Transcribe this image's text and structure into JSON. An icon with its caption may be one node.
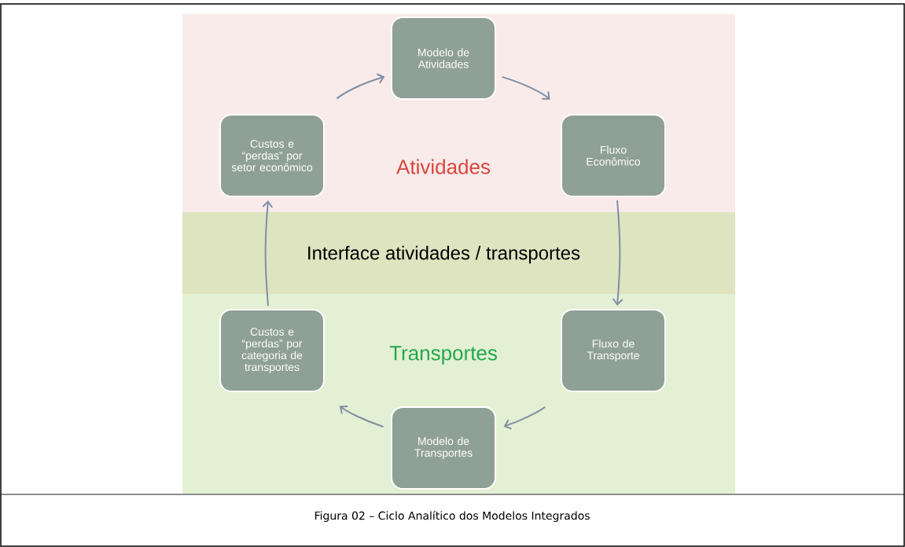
{
  "diagram": {
    "caption": "Figura 02 – Ciclo Analítico dos Modelos Integrados",
    "nodes": [
      {
        "text": [
          "Atividades"
        ]
      },
      {
        "text": [
          "Modelo de Atividades"
        ],
        "in": 0
      },
      {
        "text": [
          "Custos e “perdas” por setor econômico"
        ],
        "in": 0
      },
      {
        "text": [
          "Fluxo Econômico"
        ],
        "in": 0
      },
      {
        "text": [
          "Interface atividades / transportes"
        ]
      },
      {
        "text": [
          "Transportes"
        ]
      },
      {
        "text": [
          "Custos e “perdas” por categoria de transportes"
        ],
        "in": 5
      },
      {
        "text": [
          "Fluxo de Transporte"
        ],
        "in": 5
      },
      {
        "text": [
          "Modelo de Transportes"
        ],
        "in": 5
      }
    ],
    "edges": [
      {
        "from": 2,
        "to": 1,
        "arrow": "to"
      },
      {
        "from": 1,
        "to": 3,
        "arrow": "to"
      },
      {
        "from": 3,
        "to": 7,
        "arrow": "to"
      },
      {
        "from": 7,
        "to": 8,
        "arrow": "to"
      },
      {
        "from": 8,
        "to": 6,
        "arrow": "to"
      },
      {
        "from": 6,
        "to": 2,
        "arrow": "to"
      }
    ]
  }
}
